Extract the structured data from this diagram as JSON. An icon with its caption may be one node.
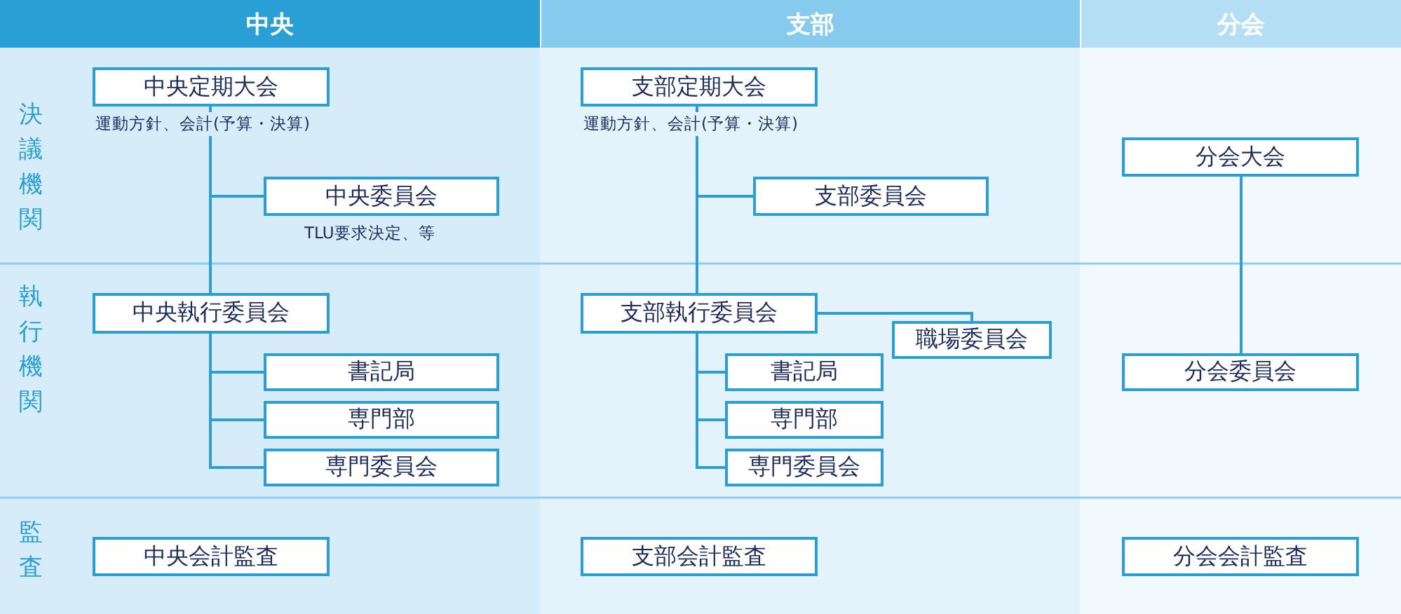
{
  "diagram": {
    "nodes": [
      {
        "text": [
          "中央定期大会"
        ],
        "beside": [
          "運動方針、会計(予算・決算)"
        ]
      },
      {
        "text": [
          "中央委員会"
        ],
        "beside": [
          "TLU要求決定、等"
        ]
      },
      {
        "text": [
          "中央執行委員会"
        ]
      },
      {
        "text": [
          "書記局"
        ]
      },
      {
        "text": [
          "専門部"
        ]
      },
      {
        "text": [
          "専門委員会"
        ]
      },
      {
        "text": [
          "中央会計監査"
        ]
      },
      {
        "text": [
          "支部定期大会"
        ],
        "beside": [
          "運動方針、会計(予算・決算)"
        ]
      },
      {
        "text": [
          "支部委員会"
        ]
      },
      {
        "text": [
          "支部執行委員会"
        ]
      },
      {
        "text": [
          "職場委員会"
        ]
      },
      {
        "text": [
          "書記局"
        ]
      },
      {
        "text": [
          "専門部"
        ]
      },
      {
        "text": [
          "専門委員会"
        ]
      },
      {
        "text": [
          "支部会計監査"
        ]
      },
      {
        "text": [
          "分会大会"
        ]
      },
      {
        "text": [
          "分会委員会"
        ]
      },
      {
        "text": [
          "分会会計監査"
        ]
      }
    ],
    "edges": [
      {
        "from": 0,
        "to": 1,
        "arrow": "none"
      },
      {
        "from": 0,
        "to": 2,
        "arrow": "none"
      },
      {
        "from": 2,
        "to": 3,
        "arrow": "none"
      },
      {
        "from": 2,
        "to": 4,
        "arrow": "none"
      },
      {
        "from": 2,
        "to": 5,
        "arrow": "none"
      },
      {
        "from": 7,
        "to": 8,
        "arrow": "none"
      },
      {
        "from": 7,
        "to": 9,
        "arrow": "none"
      },
      {
        "from": 9,
        "to": 10,
        "arrow": "none"
      },
      {
        "from": 9,
        "to": 11,
        "arrow": "none"
      },
      {
        "from": 9,
        "to": 12,
        "arrow": "none"
      },
      {
        "from": 9,
        "to": 13,
        "arrow": "none"
      },
      {
        "from": 15,
        "to": 16,
        "arrow": "none"
      }
    ],
    "labels": [
      "中央",
      "支部",
      "分会",
      "決議機関",
      "執行機関",
      "監査"
    ]
  }
}
